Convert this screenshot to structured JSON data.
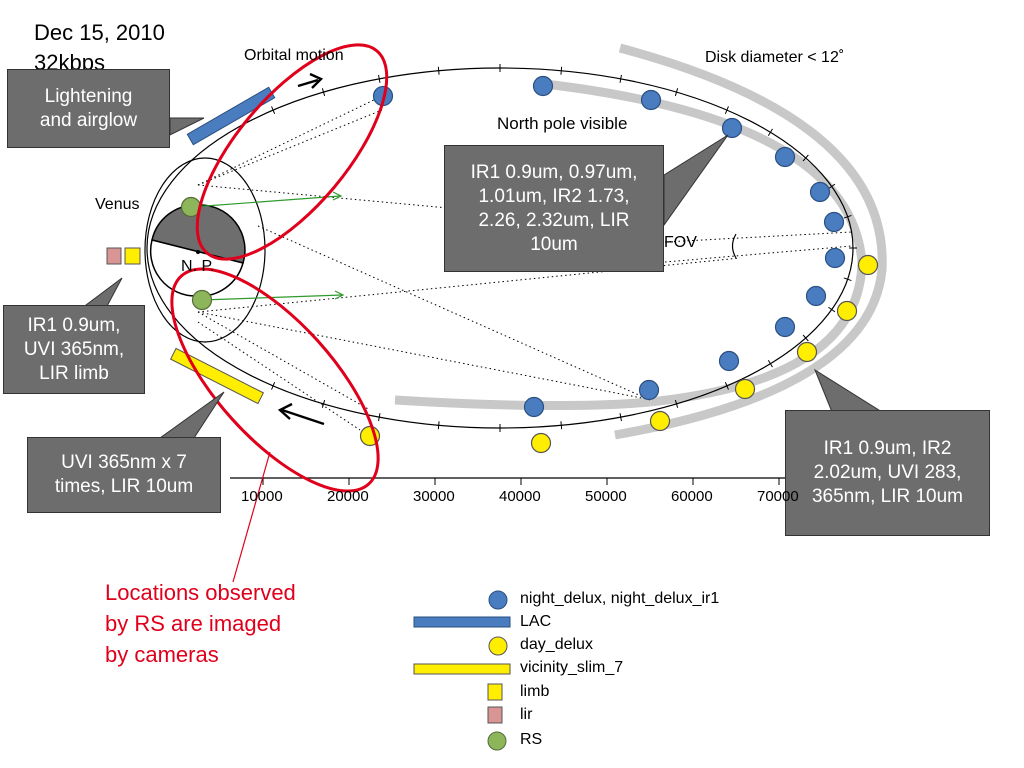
{
  "header": {
    "date": "Dec 15, 2010",
    "rate": "32kbps"
  },
  "labels": {
    "orbital_motion": "Orbital motion",
    "disk_diameter": "Disk diameter < 12˚",
    "north_pole": "North pole visible",
    "venus": "Venus",
    "np": "N. P.",
    "fov": "FOV",
    "fov_paren": "("
  },
  "callouts": {
    "lightening": "Lightening\nand airglow",
    "ir_north": "IR1 0.9um, 0.97um,\n1.01um, IR2 1.73,\n2.26, 2.32um, LIR\n10um",
    "ir_limb": "IR1 0.9um,\nUVI 365nm,\nLIR limb",
    "uvi": "UVI 365nm x 7\ntimes, LIR 10um",
    "ir_south": "IR1 0.9um, IR2\n2.02um, UVI 283,\n365nm, LIR 10um"
  },
  "note": "Locations observed\nby RS are imaged\nby cameras",
  "axis": {
    "ticks": [
      "10000",
      "20000",
      "30000",
      "40000",
      "50000",
      "60000",
      "70000"
    ]
  },
  "legend": [
    {
      "label": "night_delux, night_delux_ir1",
      "symbol": "circle",
      "color": "#4a7cc0"
    },
    {
      "label": "LAC",
      "symbol": "bar",
      "color": "#4a7cc0"
    },
    {
      "label": "day_delux",
      "symbol": "circle",
      "color": "#ffee00"
    },
    {
      "label": "vicinity_slim_7",
      "symbol": "bar",
      "color": "#ffee00"
    },
    {
      "label": "limb",
      "symbol": "square",
      "color": "#ffee00"
    },
    {
      "label": "lir",
      "symbol": "square",
      "color": "#d99594"
    },
    {
      "label": "RS",
      "symbol": "circle",
      "color": "#8db55a"
    }
  ],
  "colors": {
    "night": "#4a7cc0",
    "day": "#ffee00",
    "rs": "#8db55a",
    "lir": "#d99594",
    "red": "#e0001b",
    "callout": "#6d6d6d"
  }
}
